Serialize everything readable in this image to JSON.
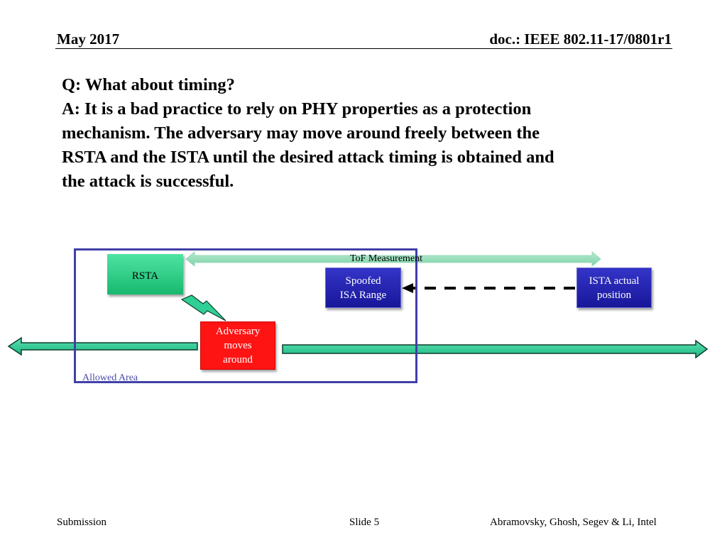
{
  "header": {
    "date": "May 2017",
    "doc": "doc.: IEEE 802.11-17/0801r1"
  },
  "body": {
    "lines": [
      "Q: What about timing?",
      "A: It is a bad practice to rely on PHY properties as a protection",
      "mechanism. The adversary may move around freely between the",
      "RSTA and the ISTA until the desired attack timing is obtained and",
      "the attack is successful."
    ]
  },
  "diagram": {
    "tof_label": "ToF Measurement",
    "rsta": "RSTA",
    "spoofed": [
      "Spoofed",
      "ISA Range"
    ],
    "ista": [
      "ISTA actual",
      "position"
    ],
    "adversary": [
      "Adversary",
      "moves",
      "around"
    ],
    "area_label": "Allowed Area",
    "colors": {
      "area_border": "#4040a8",
      "rsta": "#2bd184",
      "station": "#1f1fae",
      "adversary": "#ff1414",
      "track": "#2fcf95",
      "tof_arrow": "#8fdcb2",
      "lightning": "#2fcf95"
    }
  },
  "footer": {
    "left": "Submission",
    "center": "Slide 5",
    "right": "Abramovsky, Ghosh, Segev & Li, Intel"
  }
}
